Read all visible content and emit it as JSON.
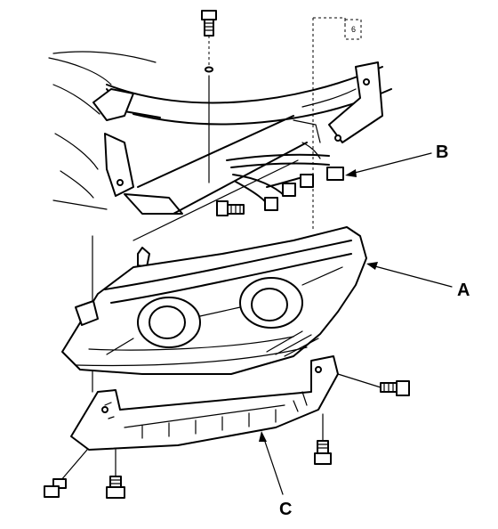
{
  "callouts": {
    "a": "A",
    "b": "B",
    "c": "C"
  },
  "reference_mark": "6"
}
